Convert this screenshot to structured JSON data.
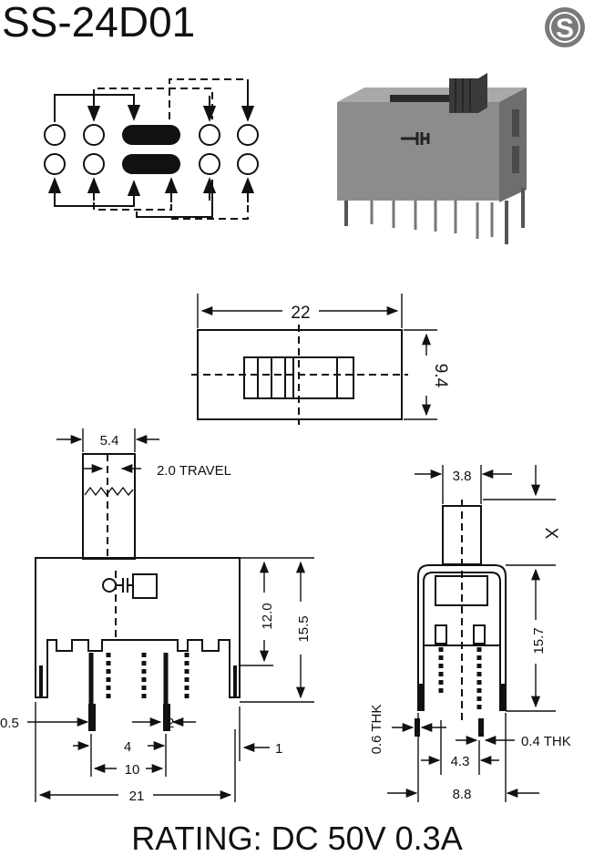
{
  "title": "SS-24D01",
  "logo_letter": "S",
  "rating": "RATING: DC 50V 0.3A",
  "dims": {
    "width_22": "22",
    "height_9_4": "9.4",
    "w_5_4": "5.4",
    "travel": "2.0 TRAVEL",
    "h_12_0": "12.0",
    "h_15_5": "15.5",
    "w_0_5": "0.5",
    "w_2": "2",
    "w_4": "4",
    "w_10": "10",
    "w_21": "21",
    "w_1": "1",
    "w_3_8": "3.8",
    "x_label": "X",
    "h_15_7": "15.7",
    "thk_0_6": "0.6 THK",
    "thk_0_4": "0.4 THK",
    "w_4_3": "4.3",
    "w_8_8": "8.8"
  },
  "colors": {
    "line": "#111111",
    "logo_gray": "#7a7a7a",
    "body_gray": "#8c8c8c"
  }
}
